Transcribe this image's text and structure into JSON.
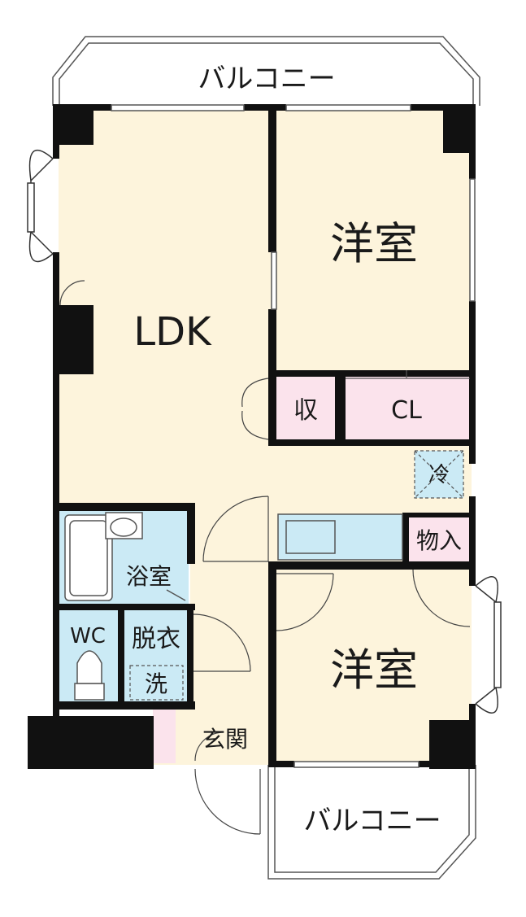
{
  "rooms": {
    "balcony_top": "バルコニー",
    "balcony_bottom": "バルコニー",
    "ldk": "LDK",
    "western_room_1": "洋室",
    "western_room_2": "洋室",
    "storage": "収",
    "closet": "CL",
    "fridge_space": "冷",
    "storeroom": "物入",
    "bathroom": "浴室",
    "toilet": "WC",
    "dressing_room": "脱衣",
    "washer_space": "洗",
    "entrance": "玄関"
  },
  "colors": {
    "room_fill": "#fdf4dc",
    "wet_area_fill": "#cbeaf5",
    "storage_fill": "#fbe3ec",
    "wall": "#111111",
    "balcony_line": "#555555"
  }
}
